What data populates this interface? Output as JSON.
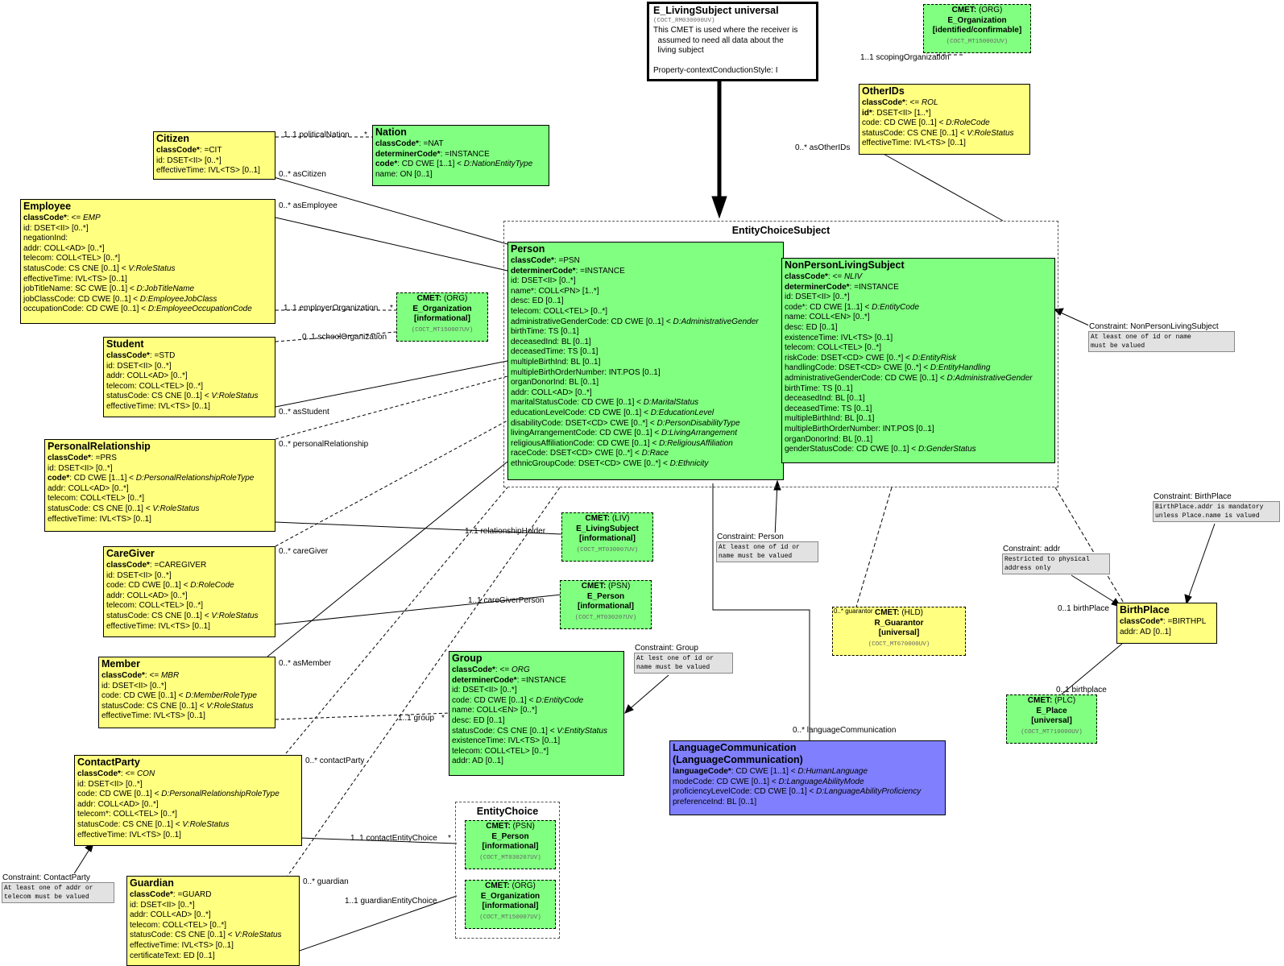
{
  "entry": {
    "title": "E_LivingSubject universal",
    "code": "(COCT_RM030000UV)",
    "desc1": "This CMET is used where the receiver is",
    "desc2": "  assumed to need all data about the",
    "desc3": "  living subject",
    "style": "Property-contextConductionStyle: I"
  },
  "choice": {
    "title": "EntityChoiceSubject"
  },
  "entity_choice": {
    "title": "EntityChoice"
  },
  "classes": {
    "citizen": {
      "title": "Citizen",
      "lines": [
        {
          "n": "classCode*",
          "r": ": =CIT",
          "b": true
        },
        {
          "n": "id",
          "r": ": DSET<II> [0..*]"
        },
        {
          "n": "effectiveTime",
          "r": ": IVL<TS> [0..1]"
        }
      ]
    },
    "nation": {
      "title": "Nation",
      "lines": [
        {
          "n": "classCode*",
          "r": ": =NAT",
          "b": true
        },
        {
          "n": "determinerCode*",
          "r": ": =INSTANCE",
          "b": true
        },
        {
          "n": "code*",
          "r": ": CD CWE [1..1] < ",
          "it": "D:NationEntityType",
          "b": true
        },
        {
          "n": "name",
          "r": ": ON [0..1]"
        }
      ]
    },
    "employee": {
      "title": "Employee",
      "lines": [
        {
          "n": "classCode*",
          "r": ": <= ",
          "it": "EMP",
          "b": true
        },
        {
          "n": "id",
          "r": ": DSET<II> [0..*]"
        },
        {
          "n": "negationInd",
          "r": ":"
        },
        {
          "n": "addr",
          "r": ": COLL<AD> [0..*]"
        },
        {
          "n": "telecom",
          "r": ": COLL<TEL> [0..*]"
        },
        {
          "n": "statusCode",
          "r": ": CS CNE [0..1] < ",
          "it": "V:RoleStatus"
        },
        {
          "n": "effectiveTime",
          "r": ": IVL<TS> [0..1]"
        },
        {
          "n": "jobTitleName",
          "r": ": SC CWE [0..1] < ",
          "it": "D:JobTitleName"
        },
        {
          "n": "jobClassCode",
          "r": ": CD CWE [0..1] < ",
          "it": "D:EmployeeJobClass"
        },
        {
          "n": "occupationCode",
          "r": ": CD CWE [0..1] < ",
          "it": "D:EmployeeOccupationCode"
        }
      ]
    },
    "student": {
      "title": "Student",
      "lines": [
        {
          "n": "classCode*",
          "r": ": =STD",
          "b": true
        },
        {
          "n": "id",
          "r": ": DSET<II> [0..*]"
        },
        {
          "n": "addr",
          "r": ": COLL<AD> [0..*]"
        },
        {
          "n": "telecom",
          "r": ": COLL<TEL> [0..*]"
        },
        {
          "n": "statusCode",
          "r": ": CS CNE [0..1] < ",
          "it": "V:RoleStatus"
        },
        {
          "n": "effectiveTime",
          "r": ": IVL<TS> [0..1]"
        }
      ]
    },
    "personal": {
      "title": "PersonalRelationship",
      "lines": [
        {
          "n": "classCode*",
          "r": ": =PRS",
          "b": true
        },
        {
          "n": "id",
          "r": ": DSET<II> [0..*]"
        },
        {
          "n": "code*",
          "r": ": CD CWE [1..1] < ",
          "it": "D:PersonalRelationshipRoleType",
          "b": true
        },
        {
          "n": "addr",
          "r": ": COLL<AD> [0..*]"
        },
        {
          "n": "telecom",
          "r": ": COLL<TEL> [0..*]"
        },
        {
          "n": "statusCode",
          "r": ": CS CNE [0..1] < ",
          "it": "V:RoleStatus"
        },
        {
          "n": "effectiveTime",
          "r": ": IVL<TS> [0..1]"
        }
      ]
    },
    "caregiver": {
      "title": "CareGiver",
      "lines": [
        {
          "n": "classCode*",
          "r": ": =CAREGIVER",
          "b": true
        },
        {
          "n": "id",
          "r": ": DSET<II> [0..*]"
        },
        {
          "n": "code",
          "r": ": CD CWE [0..1] < ",
          "it": "D:RoleCode"
        },
        {
          "n": "addr",
          "r": ": COLL<AD> [0..*]"
        },
        {
          "n": "telecom",
          "r": ": COLL<TEL> [0..*]"
        },
        {
          "n": "statusCode",
          "r": ": CS CNE [0..1] < ",
          "it": "V:RoleStatus"
        },
        {
          "n": "effectiveTime",
          "r": ": IVL<TS> [0..1]"
        }
      ]
    },
    "member": {
      "title": "Member",
      "lines": [
        {
          "n": "classCode*",
          "r": ": <= ",
          "it": "MBR",
          "b": true
        },
        {
          "n": "id",
          "r": ": DSET<II> [0..*]"
        },
        {
          "n": "code",
          "r": ": CD CWE [0..1] < ",
          "it": "D:MemberRoleType"
        },
        {
          "n": "statusCode",
          "r": ": CS CNE [0..1] < ",
          "it": "V:RoleStatus"
        },
        {
          "n": "effectiveTime",
          "r": ": IVL<TS> [0..1]"
        }
      ]
    },
    "contact": {
      "title": "ContactParty",
      "lines": [
        {
          "n": "classCode*",
          "r": ": <= ",
          "it": "CON",
          "b": true
        },
        {
          "n": "id",
          "r": ": DSET<II> [0..*]"
        },
        {
          "n": "code",
          "r": ": CD CWE [0..1] < ",
          "it": "D:PersonalRelationshipRoleType"
        },
        {
          "n": "addr",
          "r": ": COLL<AD> [0..*]"
        },
        {
          "n": "telecom*",
          "r": ": COLL<TEL> [0..*]"
        },
        {
          "n": "statusCode",
          "r": ": CS CNE [0..1] < ",
          "it": "V:RoleStatus"
        },
        {
          "n": "effectiveTime",
          "r": ": IVL<TS> [0..1]"
        }
      ]
    },
    "guardian": {
      "title": "Guardian",
      "lines": [
        {
          "n": "classCode*",
          "r": ": =GUARD",
          "b": true
        },
        {
          "n": "id",
          "r": ": DSET<II> [0..*]"
        },
        {
          "n": "addr",
          "r": ": COLL<AD> [0..*]"
        },
        {
          "n": "telecom",
          "r": ": COLL<TEL> [0..*]"
        },
        {
          "n": "statusCode",
          "r": ": CS CNE [0..1] < ",
          "it": "V:RoleStatus"
        },
        {
          "n": "effectiveTime",
          "r": ": IVL<TS> [0..1]"
        },
        {
          "n": "certificateText",
          "r": ": ED [0..1]"
        }
      ]
    },
    "person": {
      "title": "Person",
      "lines": [
        {
          "n": "classCode*",
          "r": ": =PSN",
          "b": true
        },
        {
          "n": "determinerCode*",
          "r": ": =INSTANCE",
          "b": true
        },
        {
          "n": "id",
          "r": ": DSET<II> [0..*]"
        },
        {
          "n": "name*",
          "r": ": COLL<PN> [1..*]"
        },
        {
          "n": "desc",
          "r": ": ED [0..1]"
        },
        {
          "n": "telecom",
          "r": ": COLL<TEL> [0..*]"
        },
        {
          "n": "administrativeGenderCode",
          "r": ": CD CWE [0..1] < ",
          "it": "D:AdministrativeGender"
        },
        {
          "n": "birthTime",
          "r": ": TS [0..1]"
        },
        {
          "n": "deceasedInd",
          "r": ": BL [0..1]"
        },
        {
          "n": "deceasedTime",
          "r": ": TS [0..1]"
        },
        {
          "n": "multipleBirthInd",
          "r": ": BL [0..1]"
        },
        {
          "n": "multipleBirthOrderNumber",
          "r": ": INT.POS [0..1]"
        },
        {
          "n": "organDonorInd",
          "r": ": BL [0..1]"
        },
        {
          "n": "addr",
          "r": ": COLL<AD> [0..*]"
        },
        {
          "n": "maritalStatusCode",
          "r": ": CD CWE [0..1] < ",
          "it": "D:MaritalStatus"
        },
        {
          "n": "educationLevelCode",
          "r": ": CD CWE [0..1] < ",
          "it": "D:EducationLevel"
        },
        {
          "n": "disabilityCode",
          "r": ": DSET<CD> CWE [0..*] < ",
          "it": "D:PersonDisabilityType"
        },
        {
          "n": "livingArrangementCode",
          "r": ": CD CWE [0..1] < ",
          "it": "D:LivingArrangement"
        },
        {
          "n": "religiousAffiliationCode",
          "r": ": CD CWE [0..1] < ",
          "it": "D:ReligiousAffiliation"
        },
        {
          "n": "raceCode",
          "r": ": DSET<CD> CWE [0..*] < ",
          "it": "D:Race"
        },
        {
          "n": "ethnicGroupCode",
          "r": ": DSET<CD> CWE [0..*] < ",
          "it": "D:Ethnicity"
        }
      ]
    },
    "nonperson": {
      "title": "NonPersonLivingSubject",
      "lines": [
        {
          "n": "classCode*",
          "r": ": <= ",
          "it": "NLIV",
          "b": true
        },
        {
          "n": "determinerCode*",
          "r": ": =INSTANCE",
          "b": true
        },
        {
          "n": "id",
          "r": ": DSET<II> [0..*]"
        },
        {
          "n": "code*",
          "r": ": CD CWE [1..1] < ",
          "it": "D:EntityCode"
        },
        {
          "n": "name",
          "r": ": COLL<EN> [0..*]"
        },
        {
          "n": "desc",
          "r": ": ED [0..1]"
        },
        {
          "n": "existenceTime",
          "r": ": IVL<TS> [0..1]"
        },
        {
          "n": "telecom",
          "r": ": COLL<TEL> [0..*]"
        },
        {
          "n": "riskCode",
          "r": ": DSET<CD> CWE [0..*] < ",
          "it": "D:EntityRisk"
        },
        {
          "n": "handlingCode",
          "r": ": DSET<CD> CWE [0..*] < ",
          "it": "D:EntityHandling"
        },
        {
          "n": "administrativeGenderCode",
          "r": ": CD CWE [0..1] < ",
          "it": "D:AdministrativeGender"
        },
        {
          "n": "birthTime",
          "r": ": TS [0..1]"
        },
        {
          "n": "deceasedInd",
          "r": ": BL [0..1]"
        },
        {
          "n": "deceasedTime",
          "r": ": TS [0..1]"
        },
        {
          "n": "multipleBirthInd",
          "r": ": BL [0..1]"
        },
        {
          "n": "multipleBirthOrderNumber",
          "r": ": INT.POS [0..1]"
        },
        {
          "n": "organDonorInd",
          "r": ": BL [0..1]"
        },
        {
          "n": "genderStatusCode",
          "r": ": CD CWE [0..1] < ",
          "it": "D:GenderStatus"
        }
      ]
    },
    "otherids": {
      "title": "OtherIDs",
      "lines": [
        {
          "n": "classCode*",
          "r": ": <= ",
          "it": "ROL",
          "b": true
        },
        {
          "n": "id*",
          "r": ": DSET<II> [1..*]",
          "b": true
        },
        {
          "n": "code",
          "r": ": CD CWE [0..1] < ",
          "it": "D:RoleCode"
        },
        {
          "n": "statusCode",
          "r": ": CS CNE [0..1] < ",
          "it": "V:RoleStatus"
        },
        {
          "n": "effectiveTime",
          "r": ": IVL<TS> [0..1]"
        }
      ]
    },
    "group": {
      "title": "Group",
      "lines": [
        {
          "n": "classCode*",
          "r": ": <= ",
          "it": "ORG",
          "b": true
        },
        {
          "n": "determinerCode*",
          "r": ": =INSTANCE",
          "b": true
        },
        {
          "n": "id",
          "r": ": DSET<II> [0..*]"
        },
        {
          "n": "code",
          "r": ": CD CWE [0..1] < ",
          "it": "D:EntityCode"
        },
        {
          "n": "name",
          "r": ": COLL<EN> [0..*]"
        },
        {
          "n": "desc",
          "r": ": ED [0..1]"
        },
        {
          "n": "statusCode",
          "r": ": CS CNE [0..1] < ",
          "it": "V:EntityStatus"
        },
        {
          "n": "existenceTime",
          "r": ": IVL<TS> [0..1]"
        },
        {
          "n": "telecom",
          "r": ": COLL<TEL> [0..*]"
        },
        {
          "n": "addr",
          "r": ": AD [0..1]"
        }
      ]
    },
    "birthplace": {
      "title": "BirthPlace",
      "lines": [
        {
          "n": "classCode*",
          "r": ": =BIRTHPL",
          "b": true
        },
        {
          "n": "addr",
          "r": ": AD [0..1]"
        }
      ]
    },
    "langcomm": {
      "title": "LanguageCommunication",
      "title2": "(LanguageCommunication)",
      "lines": [
        {
          "n": "languageCode*",
          "r": ": CD CWE [1..1] < ",
          "it": "D:HumanLanguage",
          "b": true
        },
        {
          "n": "modeCode",
          "r": ": CD CWE [0..1] < ",
          "it": "D:LanguageAbilityMode"
        },
        {
          "n": "proficiencyLevelCode",
          "r": ": CD CWE [0..1] < ",
          "it": "D:LanguageAbilityProficiency"
        },
        {
          "n": "preferenceInd",
          "r": ": BL [0..1]"
        }
      ]
    }
  },
  "cmets": {
    "org_top": {
      "pre": "CMET:",
      "rest": " (ORG)",
      "l2": "E_Organization",
      "l3": "[identified/confirmable]",
      "code": "(COCT_MT150002UV)"
    },
    "org_emp": {
      "pre": "CMET:",
      "rest": " (ORG)",
      "l2": "E_Organization",
      "l3": "[informational]",
      "code": "(COCT_MT150007UV)"
    },
    "liv": {
      "pre": "CMET:",
      "rest": " (LIV)",
      "l2": "E_LivingSubject",
      "l3": "[informational]",
      "code": "(COCT_MT030007UV)"
    },
    "psn_cg": {
      "pre": "CMET:",
      "rest": " (PSN)",
      "l2": "E_Person",
      "l3": "[informational]",
      "code": "(COCT_MT030207UV)"
    },
    "hld": {
      "pre": "CMET:",
      "rest": " (HLD)",
      "l2": "R_Guarantor",
      "l3": "[universal]",
      "code": "(COCT_MT670000UV)"
    },
    "plc": {
      "pre": "CMET:",
      "rest": " (PLC)",
      "l2": "E_Place",
      "l3": "[universal]",
      "code": "(COCT_MT710000UV)"
    },
    "psn_ec": {
      "pre": "CMET:",
      "rest": " (PSN)",
      "l2": "E_Person",
      "l3": "[informational]",
      "code": "(COCT_MT030207UV)"
    },
    "org_ec": {
      "pre": "CMET:",
      "rest": " (ORG)",
      "l2": "E_Organization",
      "l3": "[informational]",
      "code": "(COCT_MT150007UV)"
    }
  },
  "labels": {
    "scoping": "1..1 scopingOrganization",
    "otherids": "0..* asOtherIDs",
    "political": "1..1 politicalNation",
    "star": "*",
    "citizen": "0..* asCitizen",
    "employee": "0..* asEmployee",
    "employer": "1..1 employerOrganization",
    "school": "0..1 schoolOrganization",
    "student": "0..* asStudent",
    "personal": "0..* personalRelationship",
    "holder": "1..1 relationshipHolder",
    "caregiver": "0..* careGiver",
    "cgperson": "1..1 careGiverPerson",
    "member": "0..* asMember",
    "group": "1..1 group",
    "contact": "0..* contactParty",
    "contactentity": "1..1 contactEntityChoice",
    "guardian": "0..* guardian",
    "guardianentity": "1..1 guardianEntityChoice",
    "langcomm": "0..* languageCommunication",
    "guarantor": "0..* guarantor",
    "birthplace1": "0..1 birthPlace",
    "birthplace2": "0..1 birthplace"
  },
  "constraints": {
    "nonperson": {
      "h": "Constraint: NonPersonLivingSubject",
      "b": "At least one of id or name\nmust be valued"
    },
    "birthplace": {
      "h": "Constraint: BirthPlace",
      "b": "BirthPlace.addr is mandatory\nunless Place.name is valued"
    },
    "person": {
      "h": "Constraint: Person",
      "b": "At least one of id or\nname must be valued"
    },
    "addr": {
      "h": "Constraint: addr",
      "b": "Restricted to physical\naddress only"
    },
    "group": {
      "h": "Constraint: Group",
      "b": "At lest one of id or\nname must be valued"
    },
    "contact": {
      "h": "Constraint: ContactParty",
      "b": "At least one of addr or\ntelecom must be valued"
    }
  }
}
